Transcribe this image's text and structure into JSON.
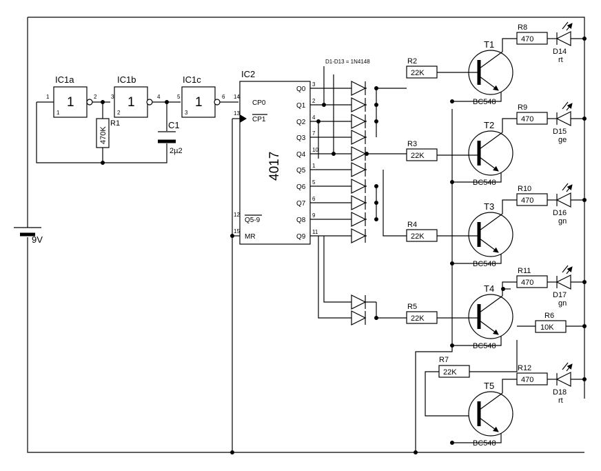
{
  "colors": {
    "line": "#000000",
    "background": "#ffffff"
  },
  "supply": {
    "label": "9V"
  },
  "gates": [
    {
      "ref": "IC1a",
      "symbol": "1",
      "pin_in": "1",
      "pin_in2": "1",
      "pin_out": "2"
    },
    {
      "ref": "IC1b",
      "symbol": "1",
      "pin_in": "3",
      "pin_in2": "2",
      "pin_out": "4"
    },
    {
      "ref": "IC1c",
      "symbol": "1",
      "pin_in": "5",
      "pin_in2": "3",
      "pin_out": "6"
    }
  ],
  "r1": {
    "ref": "R1",
    "value": "470K"
  },
  "c1": {
    "ref": "C1",
    "value": "2µ2"
  },
  "ic2": {
    "ref": "IC2",
    "part": "4017",
    "cp0": "CP0",
    "cp1": "CP1",
    "q59": "Q5-9",
    "mr": "MR",
    "pin_cp0": "14",
    "pin_cp1": "13",
    "pin_q59": "12",
    "pin_mr": "15",
    "outputs": [
      {
        "name": "Q0",
        "pin": "3"
      },
      {
        "name": "Q1",
        "pin": "2"
      },
      {
        "name": "Q2",
        "pin": "4"
      },
      {
        "name": "Q3",
        "pin": "7"
      },
      {
        "name": "Q4",
        "pin": "10"
      },
      {
        "name": "Q5",
        "pin": "1"
      },
      {
        "name": "Q6",
        "pin": "5"
      },
      {
        "name": "Q7",
        "pin": "6"
      },
      {
        "name": "Q8",
        "pin": "9"
      },
      {
        "name": "Q9",
        "pin": "11"
      }
    ]
  },
  "diodes_label": "D1-D13 = 1N4148",
  "base_resistors": [
    {
      "ref": "R2",
      "value": "22K"
    },
    {
      "ref": "R3",
      "value": "22K"
    },
    {
      "ref": "R4",
      "value": "22K"
    },
    {
      "ref": "R5",
      "value": "22K"
    },
    {
      "ref": "R7",
      "value": "22K"
    }
  ],
  "r6": {
    "ref": "R6",
    "value": "10K"
  },
  "transistors": [
    {
      "ref": "T1",
      "type": "BC548"
    },
    {
      "ref": "T2",
      "type": "BC548"
    },
    {
      "ref": "T3",
      "type": "BC548"
    },
    {
      "ref": "T4",
      "type": "BC548"
    },
    {
      "ref": "T5",
      "type": "BC548"
    }
  ],
  "collector_resistors": [
    {
      "ref": "R8",
      "value": "470"
    },
    {
      "ref": "R9",
      "value": "470"
    },
    {
      "ref": "R10",
      "value": "470"
    },
    {
      "ref": "R11",
      "value": "470"
    },
    {
      "ref": "R12",
      "value": "470"
    }
  ],
  "leds": [
    {
      "ref": "D14",
      "color": "rt"
    },
    {
      "ref": "D15",
      "color": "ge"
    },
    {
      "ref": "D16",
      "color": "gn"
    },
    {
      "ref": "D17",
      "color": "gn"
    },
    {
      "ref": "D18",
      "color": "rt"
    }
  ]
}
